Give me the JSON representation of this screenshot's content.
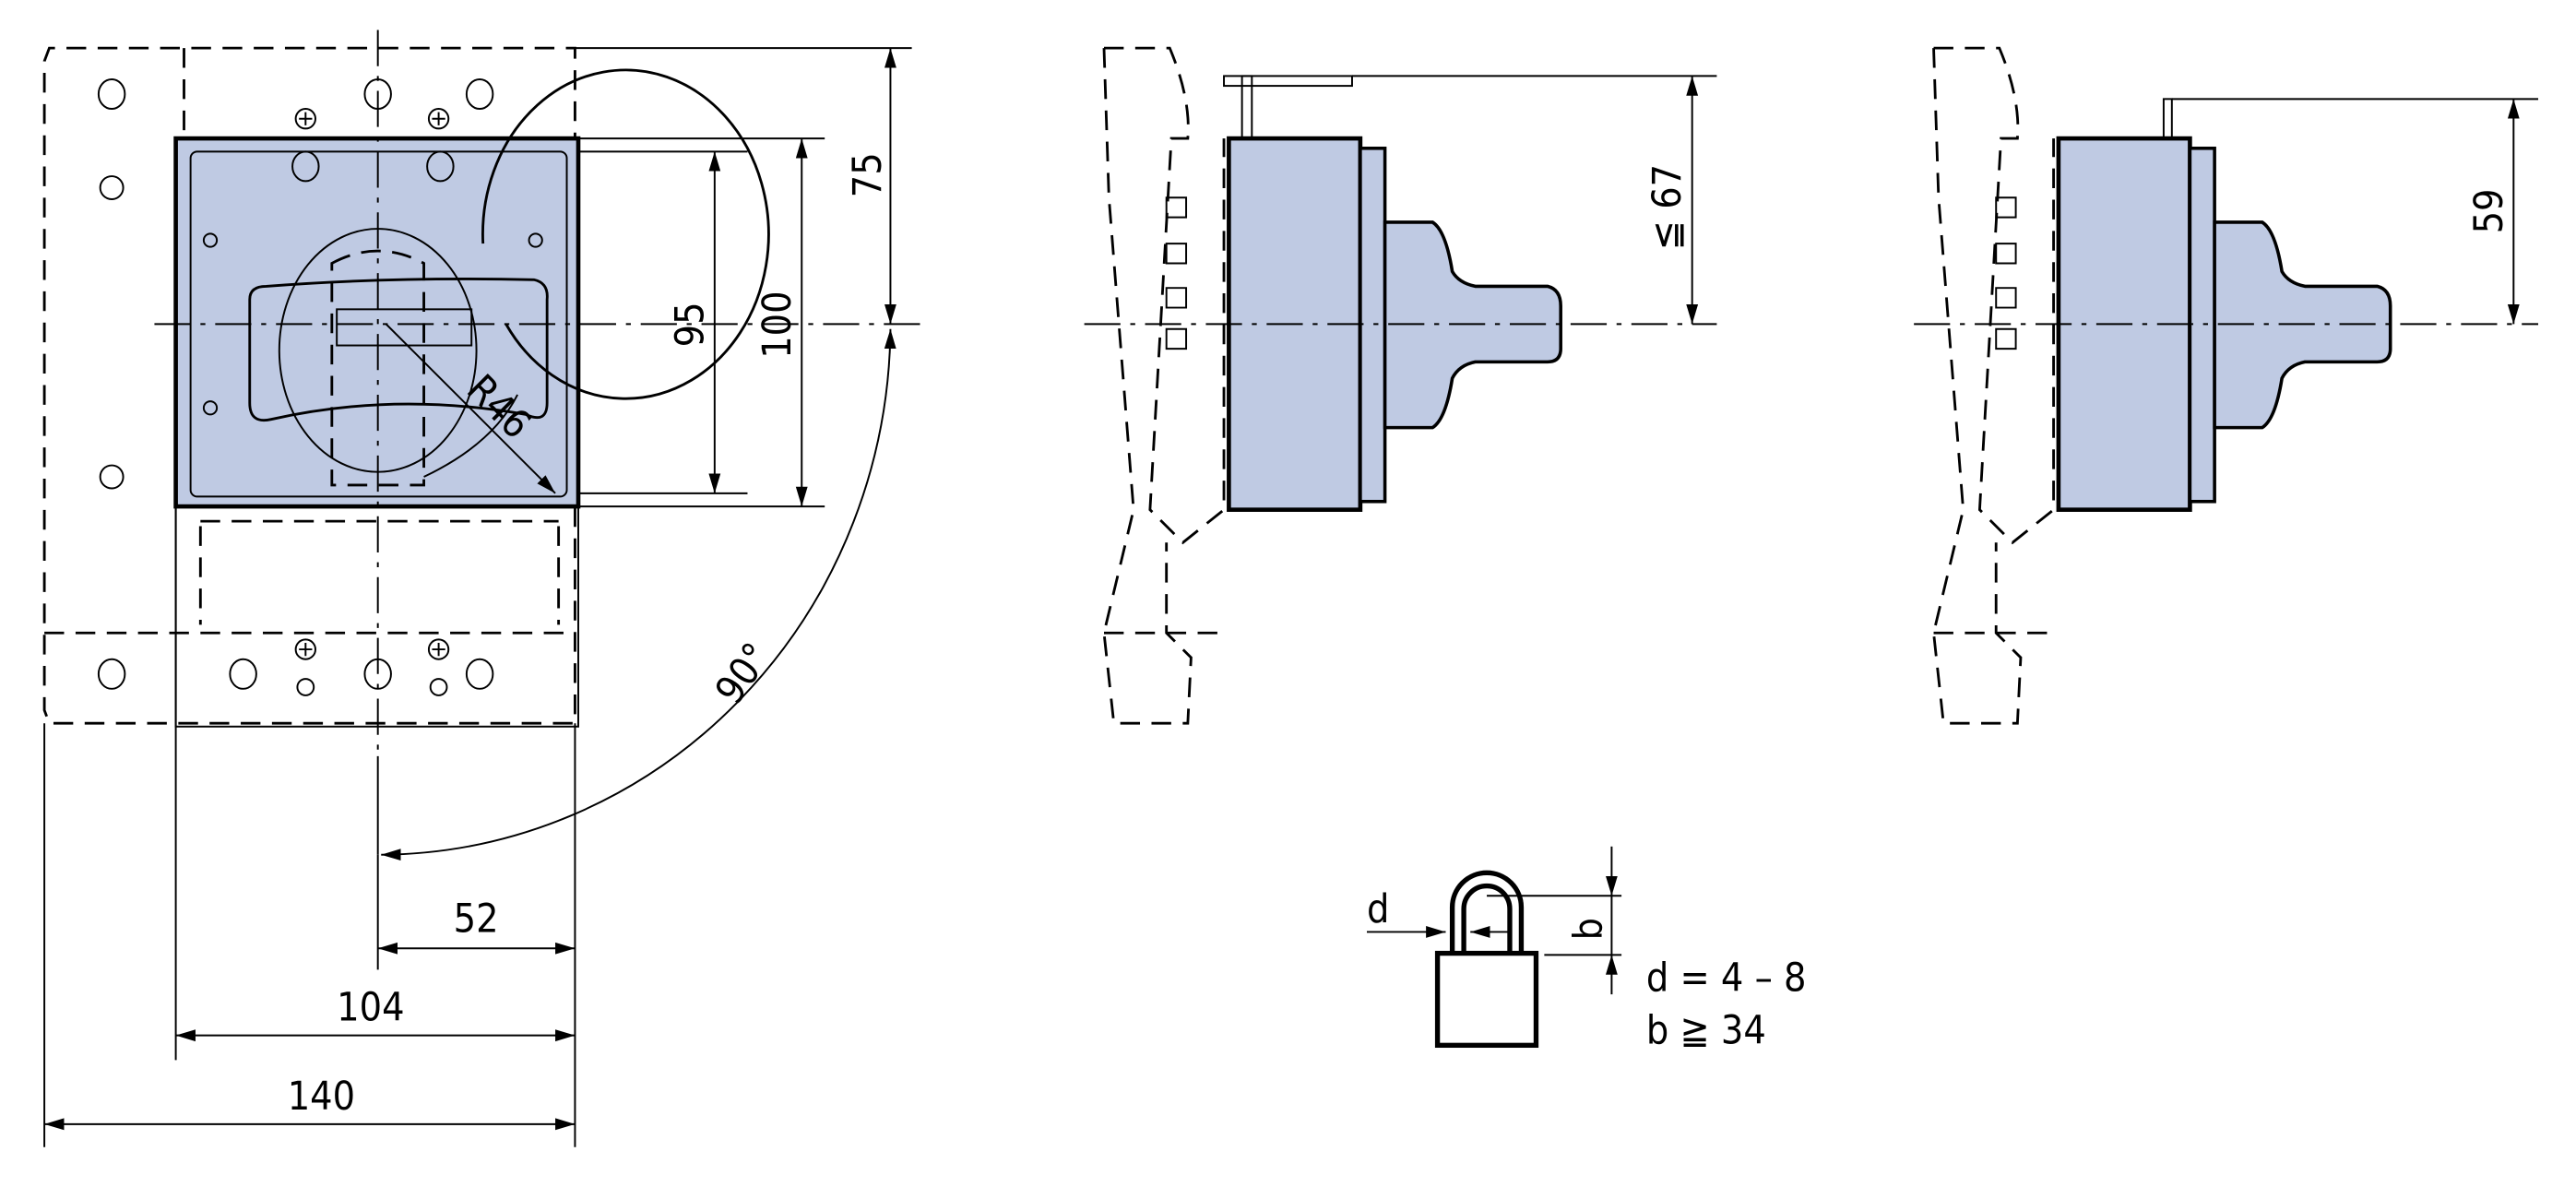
{
  "colors": {
    "housing_fill": "#bfcae3",
    "line": "#000000"
  },
  "front_view": {
    "dim_95": "95",
    "dim_100": "100",
    "dim_75": "75",
    "radius": "R46",
    "angle": "90°",
    "dim_52": "52",
    "dim_104": "104",
    "dim_140": "140"
  },
  "side_view_handle": {
    "dim": "≦ 67"
  },
  "side_view": {
    "dim": "59"
  },
  "padlock": {
    "label_d": "d",
    "label_b": "b",
    "spec_d": "d = 4 – 8",
    "spec_b": "b ≧ 34"
  }
}
